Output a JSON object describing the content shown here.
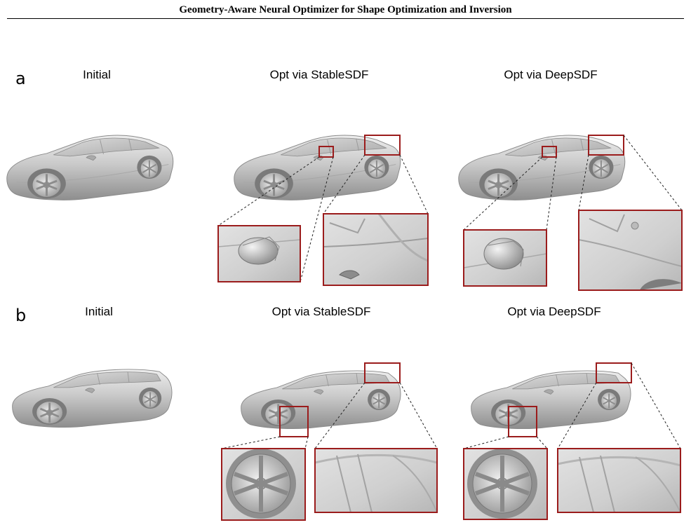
{
  "header": {
    "title": "Geometry-Aware Neural Optimizer for Shape Optimization and Inversion"
  },
  "panels": [
    {
      "letter": "a",
      "columns": [
        "Initial",
        "Opt via StableSDF",
        "Opt via DeepSDF"
      ],
      "vehicle": "sedan"
    },
    {
      "letter": "b",
      "columns": [
        "Initial",
        "Opt via StableSDF",
        "Opt via DeepSDF"
      ],
      "vehicle": "wagon"
    }
  ],
  "colors": {
    "highlight_box": "#9b1c1c",
    "car_body": "#c8c8c8",
    "background": "#ffffff"
  }
}
